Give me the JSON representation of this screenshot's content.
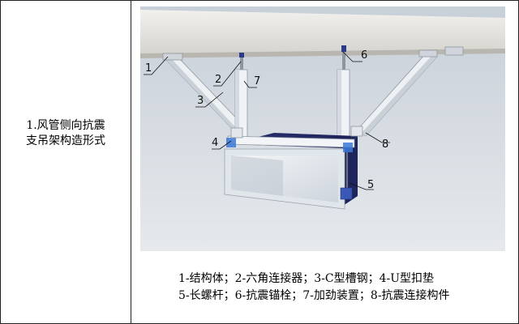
{
  "left_cell": {
    "line1": "1.风管侧向抗震",
    "line2": "支吊架构造形式"
  },
  "figure": {
    "labels": [
      "1",
      "2",
      "3",
      "4",
      "5",
      "6",
      "7",
      "8"
    ]
  },
  "caption": {
    "line1": "1-结构体；2-六角连接器；3-C型槽钢；4-U型扣垫",
    "line2": "5-长螺杆；6-抗震锚栓；7-加劲装置；8-抗震连接构件"
  }
}
